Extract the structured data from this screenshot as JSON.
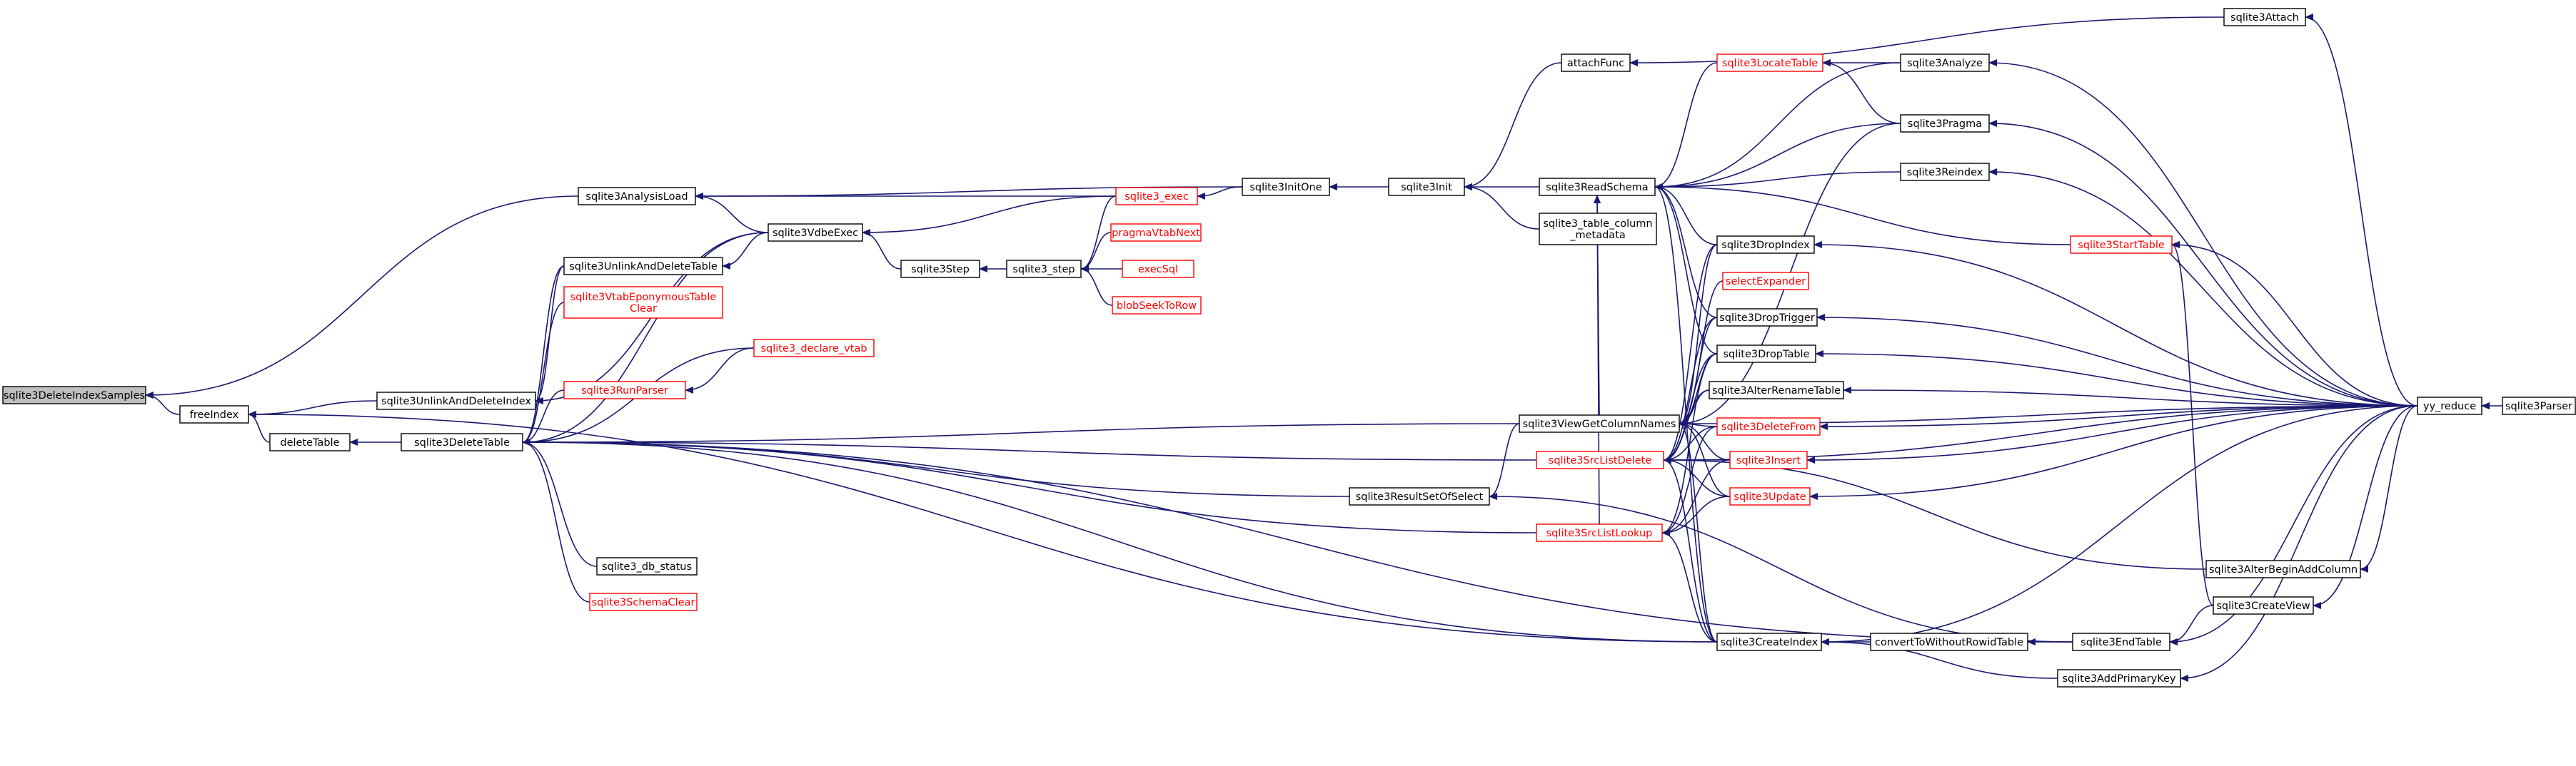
{
  "colors": {
    "edge": "#191970",
    "node_border": "#000000",
    "root_fill": "#bfbfbf",
    "link_red": "#ff0000"
  },
  "nodes": [
    {
      "id": "root",
      "label": "sqlite3DeleteIndexSamples",
      "red": false,
      "root": true
    },
    {
      "id": "freeIndex",
      "label": "freeIndex",
      "red": false
    },
    {
      "id": "AnalysisLoad",
      "label": "sqlite3AnalysisLoad",
      "red": false
    },
    {
      "id": "UnlinkAndDeleteIndex",
      "label": "sqlite3UnlinkAndDeleteIndex",
      "red": false
    },
    {
      "id": "deleteTable",
      "label": "deleteTable",
      "red": false
    },
    {
      "id": "DeleteTable",
      "label": "sqlite3DeleteTable",
      "red": false
    },
    {
      "id": "UnlinkAndDeleteTable",
      "label": "sqlite3UnlinkAndDeleteTable",
      "red": false
    },
    {
      "id": "VtabEponymous",
      "label": "sqlite3VtabEponymousTable\nClear",
      "red": true
    },
    {
      "id": "RunParser",
      "label": "sqlite3RunParser",
      "red": true
    },
    {
      "id": "declare_vtab",
      "label": "sqlite3_declare_vtab",
      "red": true
    },
    {
      "id": "db_status",
      "label": "sqlite3_db_status",
      "red": false
    },
    {
      "id": "SchemaClear",
      "label": "sqlite3SchemaClear",
      "red": true
    },
    {
      "id": "VdbeExec",
      "label": "sqlite3VdbeExec",
      "red": false
    },
    {
      "id": "Step",
      "label": "sqlite3Step",
      "red": false
    },
    {
      "id": "step",
      "label": "sqlite3_step",
      "red": false
    },
    {
      "id": "exec",
      "label": "sqlite3_exec",
      "red": true
    },
    {
      "id": "pragmaVtabNext",
      "label": "pragmaVtabNext",
      "red": true
    },
    {
      "id": "execSql",
      "label": "execSql",
      "red": true
    },
    {
      "id": "blobSeekToRow",
      "label": "blobSeekToRow",
      "red": true
    },
    {
      "id": "InitOne",
      "label": "sqlite3InitOne",
      "red": false
    },
    {
      "id": "Init",
      "label": "sqlite3Init",
      "red": false
    },
    {
      "id": "attachFunc",
      "label": "attachFunc",
      "red": false
    },
    {
      "id": "ReadSchema",
      "label": "sqlite3ReadSchema",
      "red": false
    },
    {
      "id": "table_column_metadata",
      "label": "sqlite3_table_column\n_metadata",
      "red": false
    },
    {
      "id": "ViewGetColumnNames",
      "label": "sqlite3ViewGetColumnNames",
      "red": false
    },
    {
      "id": "SrcListDelete",
      "label": "sqlite3SrcListDelete",
      "red": true
    },
    {
      "id": "ResultSetOfSelect",
      "label": "sqlite3ResultSetOfSelect",
      "red": false
    },
    {
      "id": "SrcListLookup",
      "label": "sqlite3SrcListLookup",
      "red": true
    },
    {
      "id": "LocateTable",
      "label": "sqlite3LocateTable",
      "red": true
    },
    {
      "id": "DropIndex",
      "label": "sqlite3DropIndex",
      "red": false
    },
    {
      "id": "selectExpander",
      "label": "selectExpander",
      "red": true
    },
    {
      "id": "DropTrigger",
      "label": "sqlite3DropTrigger",
      "red": false
    },
    {
      "id": "DropTable",
      "label": "sqlite3DropTable",
      "red": false
    },
    {
      "id": "AlterRenameTable",
      "label": "sqlite3AlterRenameTable",
      "red": false
    },
    {
      "id": "DeleteFrom",
      "label": "sqlite3DeleteFrom",
      "red": true
    },
    {
      "id": "Insert",
      "label": "sqlite3Insert",
      "red": true
    },
    {
      "id": "Update",
      "label": "sqlite3Update",
      "red": true
    },
    {
      "id": "CreateIndex",
      "label": "sqlite3CreateIndex",
      "red": false
    },
    {
      "id": "convertToWithoutRowidTable",
      "label": "convertToWithoutRowidTable",
      "red": false
    },
    {
      "id": "Attach",
      "label": "sqlite3Attach",
      "red": false
    },
    {
      "id": "Analyze",
      "label": "sqlite3Analyze",
      "red": false
    },
    {
      "id": "Pragma",
      "label": "sqlite3Pragma",
      "red": false
    },
    {
      "id": "Reindex",
      "label": "sqlite3Reindex",
      "red": false
    },
    {
      "id": "StartTable",
      "label": "sqlite3StartTable",
      "red": true
    },
    {
      "id": "AlterBeginAddColumn",
      "label": "sqlite3AlterBeginAddColumn",
      "red": false
    },
    {
      "id": "CreateView",
      "label": "sqlite3CreateView",
      "red": false
    },
    {
      "id": "EndTable",
      "label": "sqlite3EndTable",
      "red": false
    },
    {
      "id": "AddPrimaryKey",
      "label": "sqlite3AddPrimaryKey",
      "red": false
    },
    {
      "id": "yy_reduce",
      "label": "yy_reduce",
      "red": false
    },
    {
      "id": "Parser",
      "label": "sqlite3Parser",
      "red": false
    }
  ],
  "edges": [
    [
      "freeIndex",
      "root"
    ],
    [
      "AnalysisLoad",
      "root"
    ],
    [
      "UnlinkAndDeleteIndex",
      "freeIndex"
    ],
    [
      "deleteTable",
      "freeIndex"
    ],
    [
      "CreateIndex",
      "freeIndex"
    ],
    [
      "DeleteTable",
      "deleteTable"
    ],
    [
      "VdbeExec",
      "AnalysisLoad"
    ],
    [
      "InitOne",
      "AnalysisLoad"
    ],
    [
      "exec",
      "AnalysisLoad"
    ],
    [
      "UnlinkAndDeleteTable",
      "UnlinkAndDeleteIndex"
    ],
    [
      "VdbeExec",
      "UnlinkAndDeleteIndex"
    ],
    [
      "VdbeExec",
      "UnlinkAndDeleteTable"
    ],
    [
      "UnlinkAndDeleteTable",
      "DeleteTable"
    ],
    [
      "VdbeExec",
      "DeleteTable"
    ],
    [
      "VtabEponymous",
      "DeleteTable"
    ],
    [
      "RunParser",
      "DeleteTable"
    ],
    [
      "declare_vtab",
      "DeleteTable"
    ],
    [
      "db_status",
      "DeleteTable"
    ],
    [
      "SchemaClear",
      "DeleteTable"
    ],
    [
      "ViewGetColumnNames",
      "DeleteTable"
    ],
    [
      "SrcListDelete",
      "DeleteTable"
    ],
    [
      "ResultSetOfSelect",
      "DeleteTable"
    ],
    [
      "SrcListLookup",
      "DeleteTable"
    ],
    [
      "CreateIndex",
      "DeleteTable"
    ],
    [
      "EndTable",
      "DeleteTable"
    ],
    [
      "declare_vtab",
      "RunParser"
    ],
    [
      "Step",
      "VdbeExec"
    ],
    [
      "exec",
      "VdbeExec"
    ],
    [
      "step",
      "Step"
    ],
    [
      "pragmaVtabNext",
      "step"
    ],
    [
      "execSql",
      "step"
    ],
    [
      "blobSeekToRow",
      "step"
    ],
    [
      "exec",
      "step"
    ],
    [
      "InitOne",
      "exec"
    ],
    [
      "Init",
      "InitOne"
    ],
    [
      "attachFunc",
      "Init"
    ],
    [
      "ReadSchema",
      "Init"
    ],
    [
      "table_column_metadata",
      "Init"
    ],
    [
      "Attach",
      "attachFunc"
    ],
    [
      "LocateTable",
      "ReadSchema"
    ],
    [
      "Analyze",
      "ReadSchema"
    ],
    [
      "Pragma",
      "ReadSchema"
    ],
    [
      "Reindex",
      "ReadSchema"
    ],
    [
      "StartTable",
      "ReadSchema"
    ],
    [
      "DropIndex",
      "ReadSchema"
    ],
    [
      "DropTrigger",
      "ReadSchema"
    ],
    [
      "DropTable",
      "ReadSchema"
    ],
    [
      "CreateIndex",
      "ReadSchema"
    ],
    [
      "ViewGetColumnNames",
      "ReadSchema"
    ],
    [
      "SrcListLookup",
      "ReadSchema"
    ],
    [
      "Analyze",
      "LocateTable"
    ],
    [
      "Pragma",
      "LocateTable"
    ],
    [
      "Pragma",
      "ViewGetColumnNames"
    ],
    [
      "DropIndex",
      "ViewGetColumnNames"
    ],
    [
      "selectExpander",
      "ViewGetColumnNames"
    ],
    [
      "DropTrigger",
      "ViewGetColumnNames"
    ],
    [
      "DropTable",
      "ViewGetColumnNames"
    ],
    [
      "AlterRenameTable",
      "ViewGetColumnNames"
    ],
    [
      "DeleteFrom",
      "ViewGetColumnNames"
    ],
    [
      "Insert",
      "ViewGetColumnNames"
    ],
    [
      "Update",
      "ViewGetColumnNames"
    ],
    [
      "CreateIndex",
      "ViewGetColumnNames"
    ],
    [
      "yy_reduce",
      "ViewGetColumnNames"
    ],
    [
      "DropIndex",
      "SrcListDelete"
    ],
    [
      "DropTrigger",
      "SrcListDelete"
    ],
    [
      "DropTable",
      "SrcListDelete"
    ],
    [
      "AlterRenameTable",
      "SrcListDelete"
    ],
    [
      "DeleteFrom",
      "SrcListDelete"
    ],
    [
      "Insert",
      "SrcListDelete"
    ],
    [
      "Update",
      "SrcListDelete"
    ],
    [
      "CreateIndex",
      "SrcListDelete"
    ],
    [
      "AlterBeginAddColumn",
      "SrcListDelete"
    ],
    [
      "yy_reduce",
      "SrcListDelete"
    ],
    [
      "ViewGetColumnNames",
      "ResultSetOfSelect"
    ],
    [
      "EndTable",
      "ResultSetOfSelect"
    ],
    [
      "DropTable",
      "SrcListLookup"
    ],
    [
      "DeleteFrom",
      "SrcListLookup"
    ],
    [
      "Insert",
      "SrcListLookup"
    ],
    [
      "Update",
      "SrcListLookup"
    ],
    [
      "CreateIndex",
      "SrcListLookup"
    ],
    [
      "CreateView",
      "StartTable"
    ],
    [
      "convertToWithoutRowidTable",
      "CreateIndex"
    ],
    [
      "AddPrimaryKey",
      "CreateIndex"
    ],
    [
      "yy_reduce",
      "CreateIndex"
    ],
    [
      "EndTable",
      "convertToWithoutRowidTable"
    ],
    [
      "CreateView",
      "EndTable"
    ],
    [
      "yy_reduce",
      "EndTable"
    ],
    [
      "yy_reduce",
      "Attach"
    ],
    [
      "yy_reduce",
      "Analyze"
    ],
    [
      "yy_reduce",
      "Pragma"
    ],
    [
      "yy_reduce",
      "Reindex"
    ],
    [
      "yy_reduce",
      "StartTable"
    ],
    [
      "yy_reduce",
      "DropIndex"
    ],
    [
      "yy_reduce",
      "DropTrigger"
    ],
    [
      "yy_reduce",
      "DropTable"
    ],
    [
      "yy_reduce",
      "AlterRenameTable"
    ],
    [
      "yy_reduce",
      "DeleteFrom"
    ],
    [
      "yy_reduce",
      "Insert"
    ],
    [
      "yy_reduce",
      "Update"
    ],
    [
      "yy_reduce",
      "AlterBeginAddColumn"
    ],
    [
      "yy_reduce",
      "CreateView"
    ],
    [
      "yy_reduce",
      "AddPrimaryKey"
    ],
    [
      "Parser",
      "yy_reduce"
    ]
  ]
}
